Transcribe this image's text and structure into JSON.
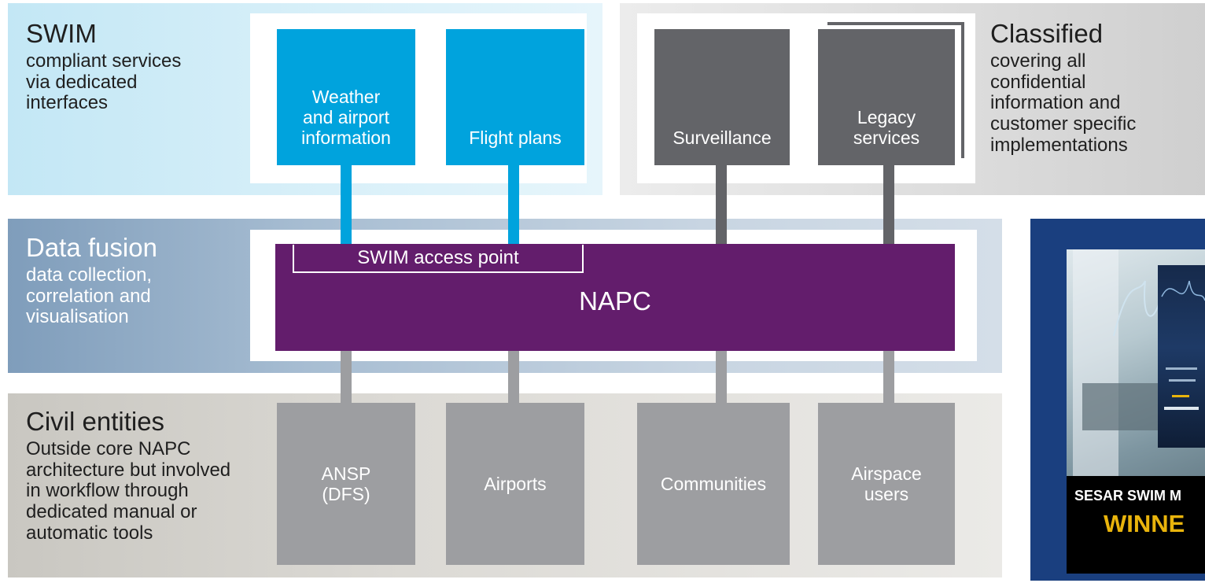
{
  "swim": {
    "title": "SWIM",
    "desc": [
      "compliant services",
      "via dedicated",
      "interfaces"
    ]
  },
  "classified": {
    "title": "Classified",
    "desc": [
      "covering all",
      "confidential",
      "information and",
      "customer specific",
      "implementations"
    ]
  },
  "fusion": {
    "title": "Data fusion",
    "desc": [
      "data collection,",
      "correlation and",
      "visualisation"
    ]
  },
  "civil": {
    "title": "Civil entities",
    "desc": [
      "Outside core NAPC",
      "architecture but involved",
      "in workflow through",
      "dedicated manual or",
      "automatic tools"
    ]
  },
  "services": {
    "weather": [
      "Weather",
      "and airport",
      "information"
    ],
    "flight_plans": [
      "Flight plans"
    ],
    "surveillance": [
      "Surveillance"
    ],
    "legacy": [
      "Legacy",
      "services"
    ]
  },
  "napc": {
    "label": "NAPC",
    "access_point": "SWIM access point"
  },
  "entities": {
    "ansp": [
      "ANSP",
      "(DFS)"
    ],
    "airports": [
      "Airports"
    ],
    "communities": [
      "Communities"
    ],
    "airspace_users": [
      "Airspace",
      "users"
    ]
  },
  "award": {
    "banner_title": "SESAR SWIM M",
    "banner_result": "WINNE"
  },
  "colors": {
    "swim_blue": "#00a3dd",
    "napc_purple": "#631d6c",
    "service_gray": "#636468",
    "entity_gray": "#9d9ea1",
    "award_navy": "#1a3f7f"
  }
}
